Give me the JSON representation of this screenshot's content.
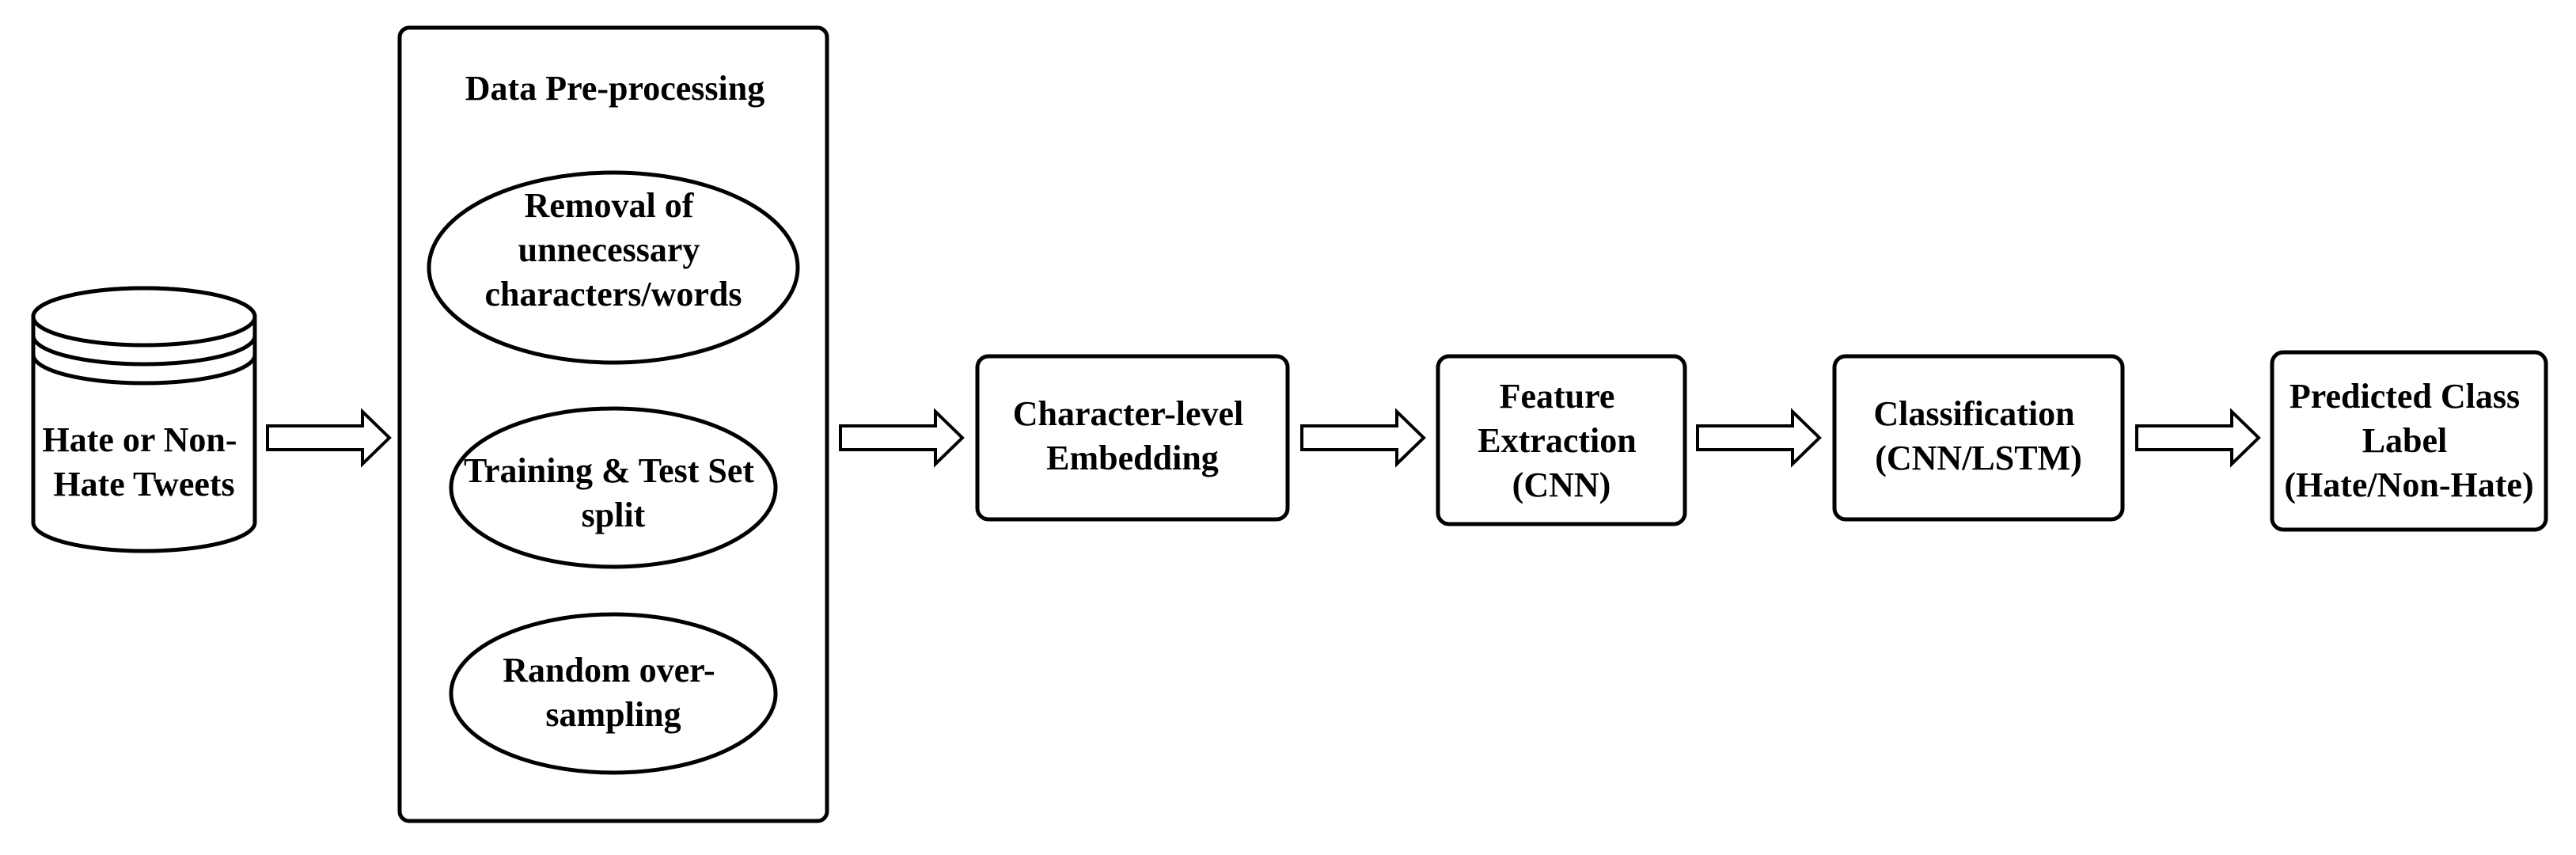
{
  "diagram": {
    "input": {
      "lines": [
        "Hate or Non-",
        "Hate Tweets"
      ]
    },
    "preprocessing": {
      "title": "Data Pre-processing",
      "steps": [
        {
          "lines": [
            "Removal of",
            "unnecessary",
            "characters/words"
          ]
        },
        {
          "lines": [
            "Training & Test Set",
            "split"
          ]
        },
        {
          "lines": [
            "Random over-",
            "sampling"
          ]
        }
      ]
    },
    "embedding": {
      "lines": [
        "Character-level",
        "Embedding"
      ]
    },
    "feature_extraction": {
      "lines": [
        "Feature",
        "Extraction",
        "(CNN)"
      ]
    },
    "classification": {
      "lines": [
        "Classification",
        "(CNN/LSTM)"
      ]
    },
    "output": {
      "lines": [
        "Predicted Class",
        "Label",
        "(Hate/Non-Hate)"
      ]
    }
  }
}
